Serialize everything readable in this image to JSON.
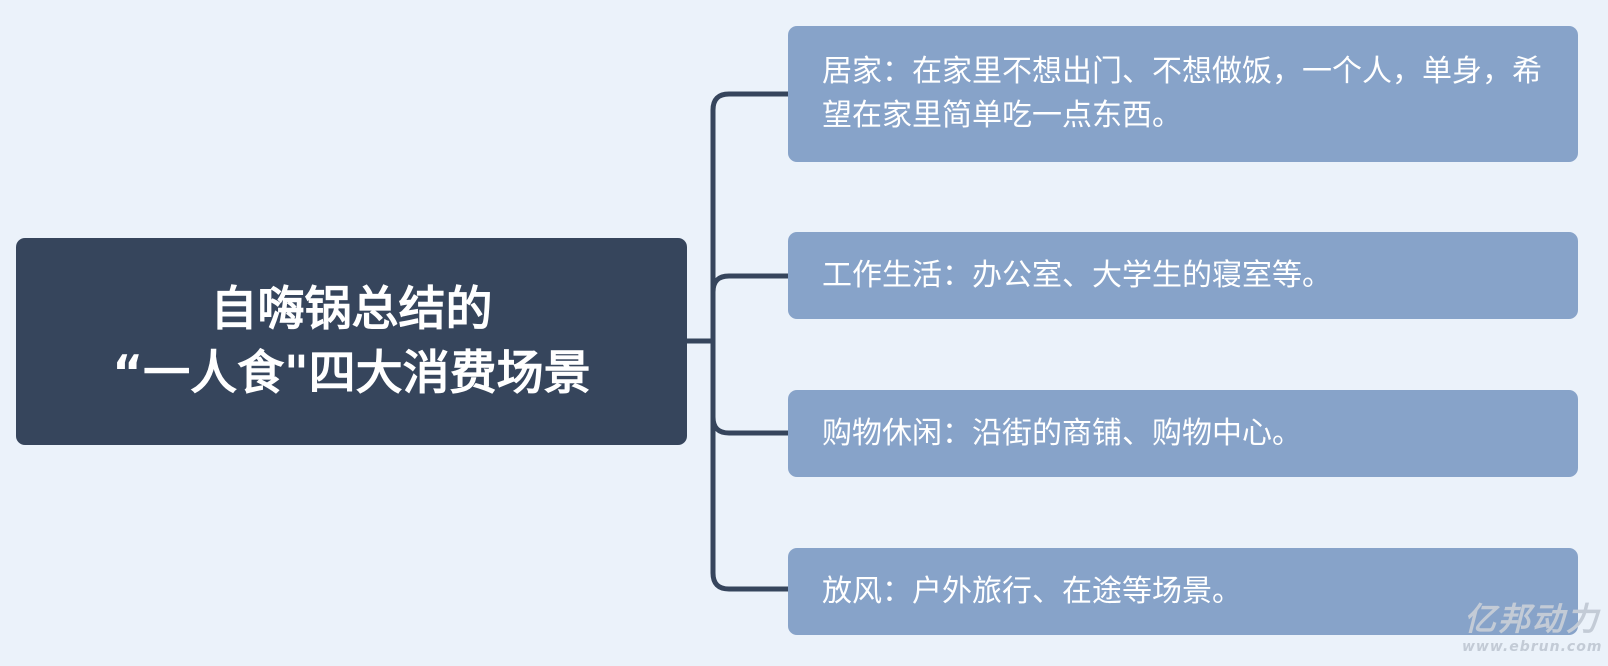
{
  "root": {
    "line1": "自嗨锅总结的",
    "line2": "“一人食\"四大消费场景"
  },
  "branches": [
    {
      "text": "居家：在家里不想出门、不想做饭，一个人，单身，希望在家里简单吃一点东西。"
    },
    {
      "text": "工作生活：办公室、大学生的寝室等。"
    },
    {
      "text": "购物休闲：沿街的商铺、购物中心。"
    },
    {
      "text": "放风：户外旅行、在途等场景。"
    }
  ],
  "watermark": {
    "brand": "亿邦动力",
    "url": "www.ebrun.com"
  },
  "colors": {
    "background": "#ebf2fa",
    "root_fill": "#36455c",
    "branch_fill": "#87a3c9",
    "connector": "#36455c",
    "text": "#ffffff"
  }
}
